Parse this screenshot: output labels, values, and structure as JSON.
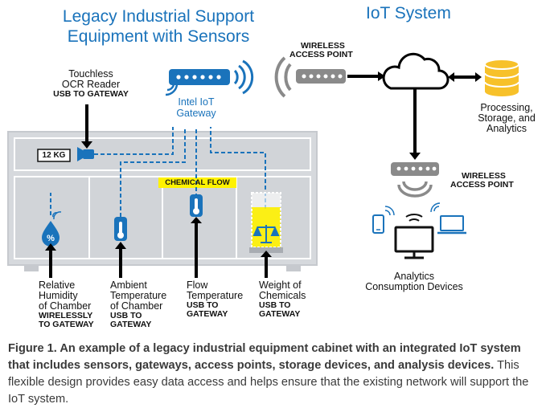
{
  "titles": {
    "legacy_line1": "Legacy Industrial Support",
    "legacy_line2": "Equipment with Sensors",
    "iot": "IoT System"
  },
  "ocr": {
    "line1": "Touchless",
    "line2": "OCR Reader",
    "conn": "USB TO GATEWAY"
  },
  "gateway": {
    "line1": "Intel IoT",
    "line2": "Gateway"
  },
  "scale_readout": "12 KG",
  "chemical_flow": "CHEMICAL FLOW",
  "access_point_top": {
    "line1": "WIRELESS",
    "line2": "ACCESS POINT"
  },
  "access_point_bottom": {
    "line1": "WIRELESS",
    "line2": "ACCESS POINT"
  },
  "processing": {
    "line1": "Processing,",
    "line2": "Storage, and",
    "line3": "Analytics"
  },
  "analytics": {
    "line1": "Analytics",
    "line2": "Consumption Devices"
  },
  "humidity_symbol": "%",
  "sensors": {
    "humidity": {
      "l1": "Relative",
      "l2": "Humidity",
      "l3": "of Chamber",
      "c1": "WIRELESSLY",
      "c2": "TO GATEWAY"
    },
    "ambient": {
      "l1": "Ambient",
      "l2": "Temperature",
      "l3": "of Chamber",
      "c1": "USB TO",
      "c2": "GATEWAY"
    },
    "flow": {
      "l1": "Flow",
      "l2": "Temperature",
      "c1": "USB TO",
      "c2": "GATEWAY"
    },
    "weight": {
      "l1": "Weight of",
      "l2": "Chemicals",
      "c1": "USB TO",
      "c2": "GATEWAY"
    }
  },
  "caption": {
    "bold": "Figure 1. An example of a legacy industrial equipment cabinet with an integrated IoT system that includes sensors, gateways, access points, storage devices, and analysis devices.",
    "normal": " This flexible design provides easy data access and helps ensure that the existing network will support the IoT system."
  },
  "colors": {
    "blue": "#1a73bb",
    "cabinet": "#d6d9dd",
    "device_gray": "#8a8a8a",
    "highlight_yellow": "#fff200",
    "storage_yellow": "#f7c12a"
  }
}
